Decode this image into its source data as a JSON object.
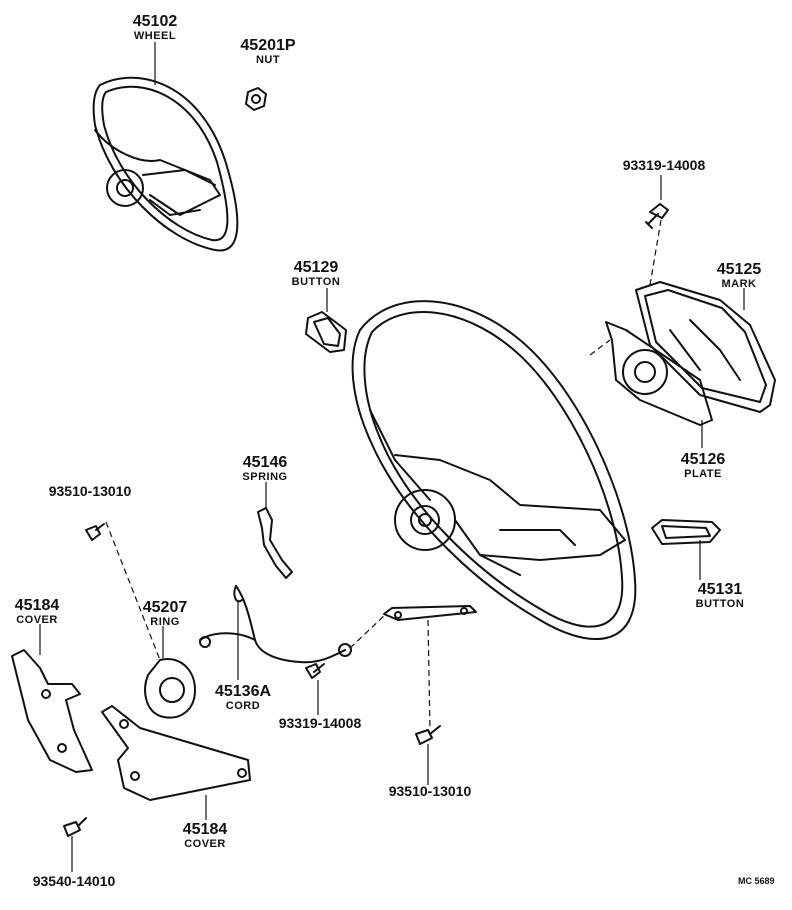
{
  "parts": [
    {
      "id": "45102",
      "number": "45102",
      "name": "WHEEL"
    },
    {
      "id": "45201P",
      "number": "45201P",
      "name": "NUT"
    },
    {
      "id": "93319-14008-top",
      "number": "93319-14008",
      "name": ""
    },
    {
      "id": "45129",
      "number": "45129",
      "name": "BUTTON"
    },
    {
      "id": "45125",
      "number": "45125",
      "name": "MARK"
    },
    {
      "id": "45126",
      "number": "45126",
      "name": "PLATE"
    },
    {
      "id": "45146",
      "number": "45146",
      "name": "SPRING"
    },
    {
      "id": "93510-13010-left",
      "number": "93510-13010",
      "name": ""
    },
    {
      "id": "45131",
      "number": "45131",
      "name": "BUTTON"
    },
    {
      "id": "45184-left",
      "number": "45184",
      "name": "COVER"
    },
    {
      "id": "45207",
      "number": "45207",
      "name": "RING"
    },
    {
      "id": "45136A",
      "number": "45136A",
      "name": "CORD"
    },
    {
      "id": "93319-14008-bottom",
      "number": "93319-14008",
      "name": ""
    },
    {
      "id": "93510-13010-bottom",
      "number": "93510-13010",
      "name": ""
    },
    {
      "id": "45184-bottom",
      "number": "45184",
      "name": "COVER"
    },
    {
      "id": "93540-14010",
      "number": "93540-14010",
      "name": ""
    }
  ],
  "footer": {
    "code": "MC 5689"
  }
}
